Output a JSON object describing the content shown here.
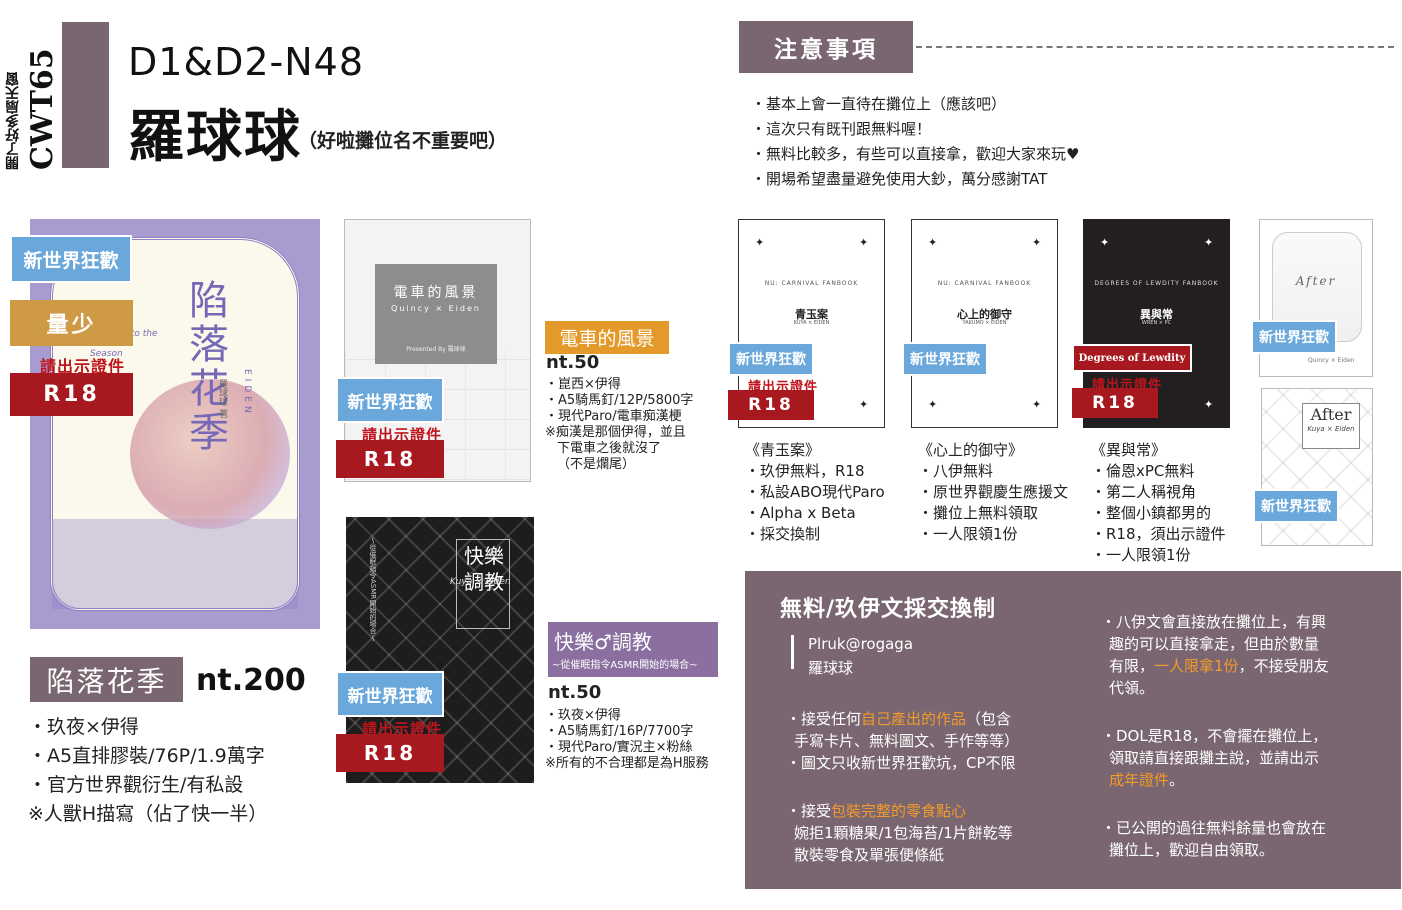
{
  "header": {
    "event": "CWT65",
    "event_note": "開了好多扇天窗",
    "booth": "D1&D2-N48",
    "circle": "羅球球",
    "circle_note": "（好啦攤位名不重要吧）"
  },
  "notice": {
    "title": "注意事項",
    "items": [
      "・基本上會一直待在攤位上（應該吧）",
      "・這次只有既刊跟無料喔！",
      "・無料比較多，有些可以直接拿，歡迎大家來玩♥",
      "・開場希望盡量避免使用大鈔，萬分感謝TAT"
    ]
  },
  "tags": {
    "new_world": "新世界狂歡",
    "limited": "量少",
    "id_required": "請出示證件",
    "r18": "R18"
  },
  "book1": {
    "cover_title": "陷落花季",
    "cover_en": "Falling Into the Blossom Season",
    "cover_side": "EIDEN",
    "cover_author": "羅球球 著",
    "title": "陷落花季",
    "price": "nt.200",
    "details": [
      "・玖夜×伊得",
      "・A5直排膠裝/76P/1.9萬字",
      "・官方世界觀衍生/有私設",
      "※人獸H描寫（佔了快一半）"
    ]
  },
  "book2": {
    "cover_title": "電車的風景",
    "cover_names": "Quincy × Eiden",
    "cover_credit": "Presented By 羅球球",
    "title": "電車的風景",
    "price": "nt.50",
    "details": [
      "・崑西×伊得",
      "・A5騎馬釘/12P/5800字",
      "・現代Paro/電車痴漢梗",
      "※痴漢是那個伊得，並且",
      "下電車之後就沒了",
      "（不是爛尾）"
    ]
  },
  "book3": {
    "cover_title": "快樂調教",
    "cover_en": "Kuya × Eiden",
    "cover_side": "～從催眠指令ASMR開始的場合～",
    "title": "快樂♂調教",
    "subtitle": "~從催眠指令ASMR開始的場合~",
    "price": "nt.50",
    "details": [
      "・玖夜×伊得",
      "・A5騎馬釘/16P/7700字",
      "・現代Paro/實況主×粉絲",
      "※所有的不合理都是為H服務"
    ]
  },
  "freebies": [
    {
      "cover_arc": "NU: CARNIVAL FANBOOK",
      "cover_title": "青玉案",
      "cover_sub": "KUYA × EIDEN",
      "name": "《青玉案》",
      "details": [
        "・玖伊無料，R18",
        "・私設ABO現代Paro",
        "・Alpha x Beta",
        "・採交換制"
      ]
    },
    {
      "cover_arc": "NU: CARNIVAL FANBOOK",
      "cover_title": "心上的御守",
      "cover_sub": "YAKUMO × EIDEN",
      "name": "《心上的御守》",
      "details": [
        "・八伊無料",
        "・原世界觀慶生應援文",
        "・攤位上無料領取",
        "・一人限領1份"
      ]
    },
    {
      "cover_arc": "DEGREES OF LEWDITY FANBOOK",
      "cover_title": "異與常",
      "cover_sub": "WREN × PC",
      "cover_tag": "Degrees of Lewdity",
      "name": "《異與常》",
      "details": [
        "・倫恩xPC無料",
        "・第二人稱視角",
        "・整個小鎮都男的",
        "・R18，須出示證件",
        "・一人限領1份"
      ]
    }
  ],
  "small_covers": [
    {
      "title": "After",
      "names": "Quincy × Eiden"
    },
    {
      "title": "After",
      "names": "Kuya × Eiden"
    }
  ],
  "exchange": {
    "title": "無料/玖伊文採交換制",
    "contact": "Plruk@rogaga",
    "contact_name": "羅球球",
    "left1_a": "・接受任何",
    "left1_hl": "自己產出的作品",
    "left1_b": "（包含",
    "left1_c": "手寫卡片、無料圖文、手作等等）",
    "left2": "・圖文只收新世界狂歡坑，CP不限",
    "left3_a": "・接受",
    "left3_hl": "包裝完整的零食點心",
    "left3_b": "婉拒1顆糖果/1包海苔/1片餅乾等",
    "left3_c": "散裝零食及單張便條紙",
    "right1_a": "・八伊文會直接放在攤位上，有興",
    "right1_b": "趣的可以直接拿走，但由於數量",
    "right1_c": "有限，",
    "right1_hl": "一人限拿1份",
    "right1_d": "，不接受朋友",
    "right1_e": "代領。",
    "right2_a": "・DOL是R18，不會擺在攤位上，",
    "right2_b": "領取請直接跟攤主說，並請出示",
    "right2_hl": "成年證件",
    "right2_c": "。",
    "right3_a": "・已公開的過往無料餘量也會放在",
    "right3_b": "攤位上，歡迎自由領取。"
  },
  "colors": {
    "accent": "#7a6670",
    "tag_blue": "#6aa8dc",
    "tag_red": "#a8191f",
    "tag_gold": "#cf9a46",
    "book2_tag": "#e39a2b",
    "book3_tag": "#8a6fa0",
    "highlight": "#f29a2c"
  }
}
